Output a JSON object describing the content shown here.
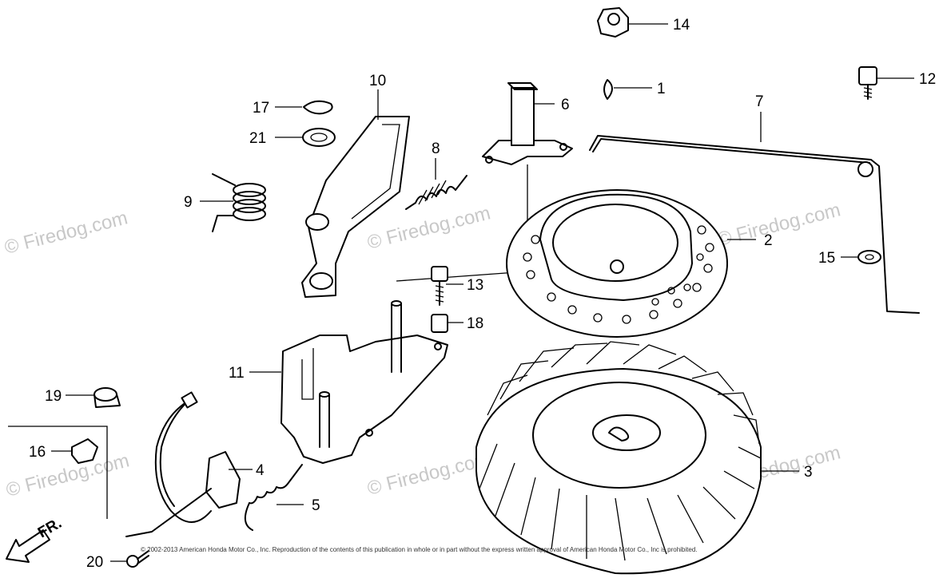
{
  "watermark": "© Firedog.com",
  "copyright": "© 2002-2013 American Honda Motor Co., Inc. Reproduction of the contents of this publication in whole or in part without the express written approval of American Honda Motor Co., Inc is prohibited.",
  "direction_label": "FR.",
  "callouts": [
    "1",
    "2",
    "3",
    "4",
    "5",
    "6",
    "7",
    "8",
    "9",
    "10",
    "11",
    "12",
    "13",
    "14",
    "15",
    "16",
    "17",
    "18",
    "19",
    "20",
    "21"
  ]
}
